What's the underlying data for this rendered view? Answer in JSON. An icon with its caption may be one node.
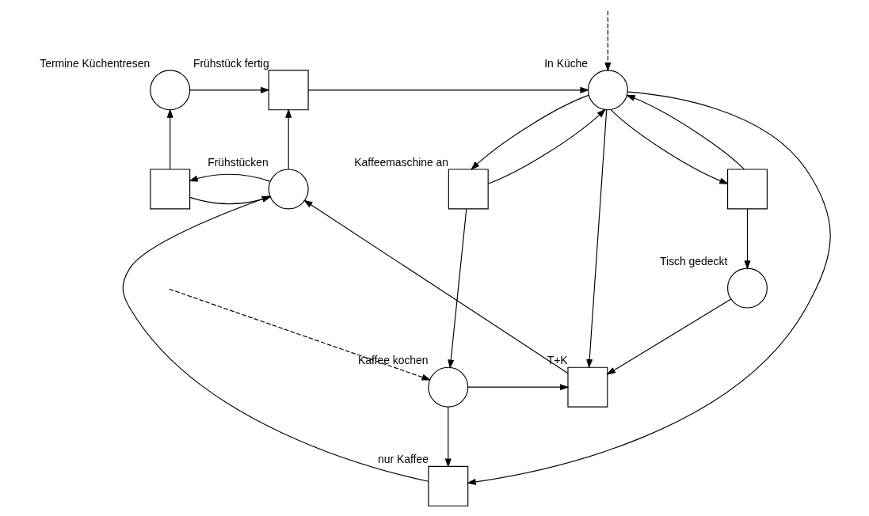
{
  "diagram": {
    "nodes": [
      {
        "text": [
          "Termine Küchentresen"
        ]
      },
      {
        "text": [
          "Frühstück fertig"
        ]
      },
      {
        "text": [
          "In Küche"
        ]
      },
      {
        "text": [],
        "shape": "box"
      },
      {
        "text": [
          "Frühstücken"
        ]
      },
      {
        "text": [],
        "shape": "box"
      },
      {
        "text": [
          "Kaffeemaschine an"
        ]
      },
      {
        "text": [
          "Tisch gedeckt"
        ]
      },
      {
        "text": [
          "T+K"
        ]
      },
      {
        "text": [
          "Kaffee kochen"
        ]
      },
      {
        "text": [
          "nur Kaffee"
        ]
      }
    ],
    "edges": [
      {
        "from": 0,
        "to": 1,
        "arrow": "to"
      },
      {
        "from": 1,
        "to": 2,
        "arrow": "to"
      },
      {
        "from": null,
        "to": 2,
        "arrow": "to",
        "style": "dashed"
      },
      {
        "from": 3,
        "to": 0,
        "arrow": "to"
      },
      {
        "from": 3,
        "to": 4,
        "arrow": "to"
      },
      {
        "from": 4,
        "to": 3,
        "arrow": "to"
      },
      {
        "from": 4,
        "to": 1,
        "arrow": "to"
      },
      {
        "from": 2,
        "to": 5,
        "arrow": "to"
      },
      {
        "from": 5,
        "to": 2,
        "arrow": "to"
      },
      {
        "from": 2,
        "to": 6,
        "arrow": "to"
      },
      {
        "from": 6,
        "to": 2,
        "arrow": "to"
      },
      {
        "from": 2,
        "to": 8,
        "arrow": "to"
      },
      {
        "from": 2,
        "to": 10,
        "arrow": "to"
      },
      {
        "from": 5,
        "to": 7,
        "arrow": "to"
      },
      {
        "from": 7,
        "to": 8,
        "arrow": "to"
      },
      {
        "from": 6,
        "to": 9,
        "arrow": "to"
      },
      {
        "from": null,
        "to": 9,
        "arrow": "to",
        "style": "dashed"
      },
      {
        "from": 9,
        "to": 8,
        "arrow": "to"
      },
      {
        "from": 9,
        "to": 10,
        "arrow": "to"
      },
      {
        "from": 8,
        "to": 4,
        "arrow": "to"
      },
      {
        "from": 10,
        "to": 4,
        "arrow": "to"
      }
    ]
  }
}
